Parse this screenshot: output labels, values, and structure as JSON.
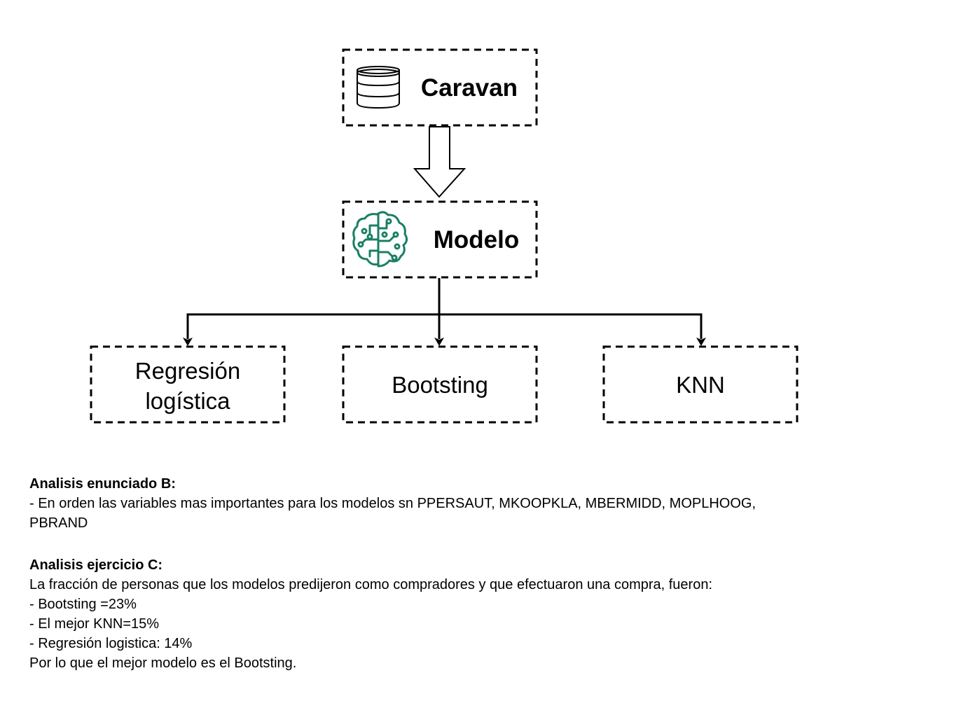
{
  "nodes": {
    "caravan": {
      "label": "Caravan",
      "icon": "database-icon"
    },
    "modelo": {
      "label": "Modelo",
      "icon": "ai-brain-circuit-icon"
    },
    "regresion": {
      "line1": "Regresión",
      "line2": "logística"
    },
    "bootsting": {
      "label": "Bootsting"
    },
    "knn": {
      "label": "KNN"
    }
  },
  "colors": {
    "brain_icon": "#1a7f64",
    "stroke": "#000000"
  },
  "analysis_b": {
    "heading": "Analisis enunciado B:",
    "lines": [
      "- En orden las variables mas importantes para los modelos sn PPERSAUT, MKOOPKLA, MBERMIDD, MOPLHOOG,",
      "PBRAND"
    ]
  },
  "analysis_c": {
    "heading": "Analisis ejercicio C:",
    "lines": [
      "La fracción de personas que los modelos predijeron como compradores y que efectuaron una compra, fueron:",
      "- Bootsting =23%",
      "- El mejor KNN=15%",
      "- Regresión logistica: 14%",
      "Por lo que el mejor modelo es el Bootsting."
    ]
  }
}
